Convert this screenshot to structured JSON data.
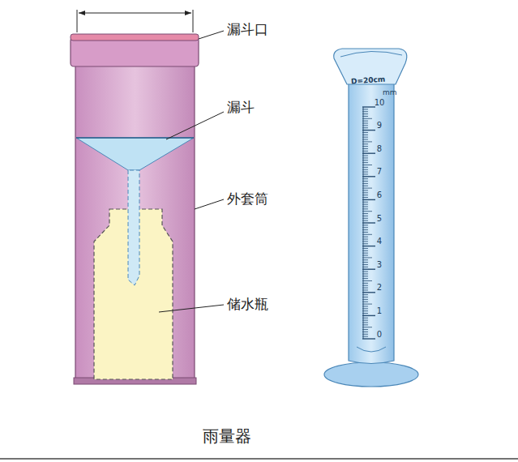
{
  "diagram": {
    "caption": "雨量器",
    "labels": [
      "漏斗口",
      "漏斗",
      "外套筒",
      "储水瓶",
      "D=20cm",
      "mm",
      "10",
      "9",
      "8",
      "7",
      "6",
      "5",
      "4",
      "3",
      "2",
      "1",
      "0"
    ]
  }
}
